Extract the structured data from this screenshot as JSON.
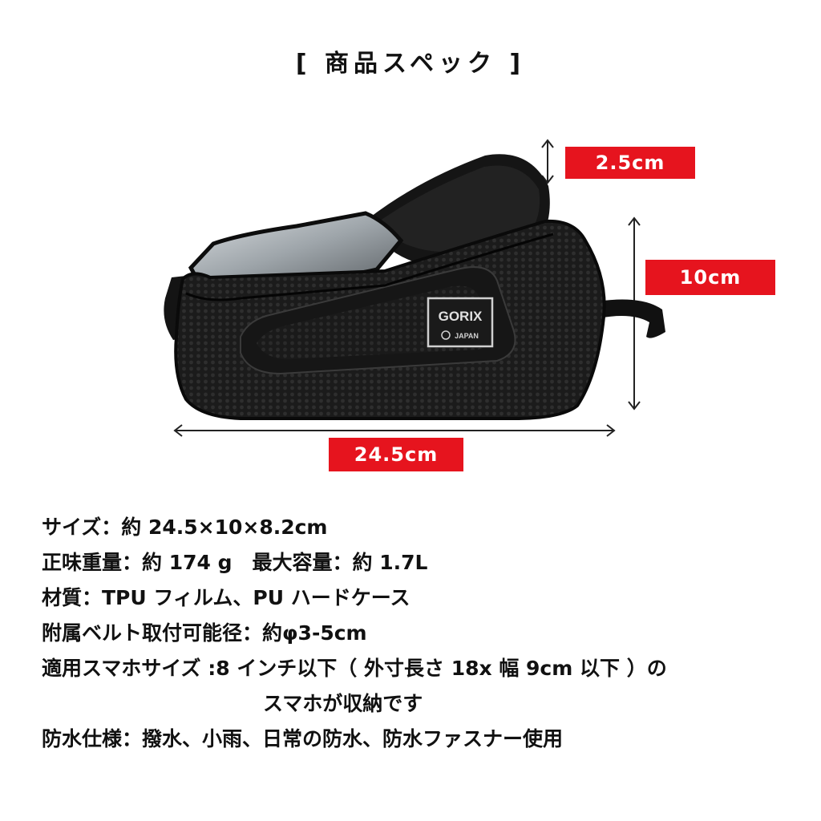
{
  "heading": "[ 商品スペック ]",
  "brand": {
    "name": "GORIX",
    "sub": "JAPAN"
  },
  "dimensions": {
    "top": "2.5cm",
    "height": "10cm",
    "width": "24.5cm"
  },
  "specs": [
    "サイズ：約 24.5×10×8.2cm",
    "正味重量：約 174 g　最大容量：約 1.7L",
    "材質：TPU フィルム、PU ハードケース",
    "附属ベルト取付可能径：約φ3-5cm",
    "適用スマホサイズ :8 インチ以下（ 外寸長さ 18x 幅 9cm 以下 ）の",
    "スマホが収納です",
    "防水仕様：撥水、小雨、日常の防水、防水ファスナー使用"
  ],
  "colors": {
    "accent": "#e6141e",
    "text": "#111111",
    "bag": "#1a1a1a"
  }
}
